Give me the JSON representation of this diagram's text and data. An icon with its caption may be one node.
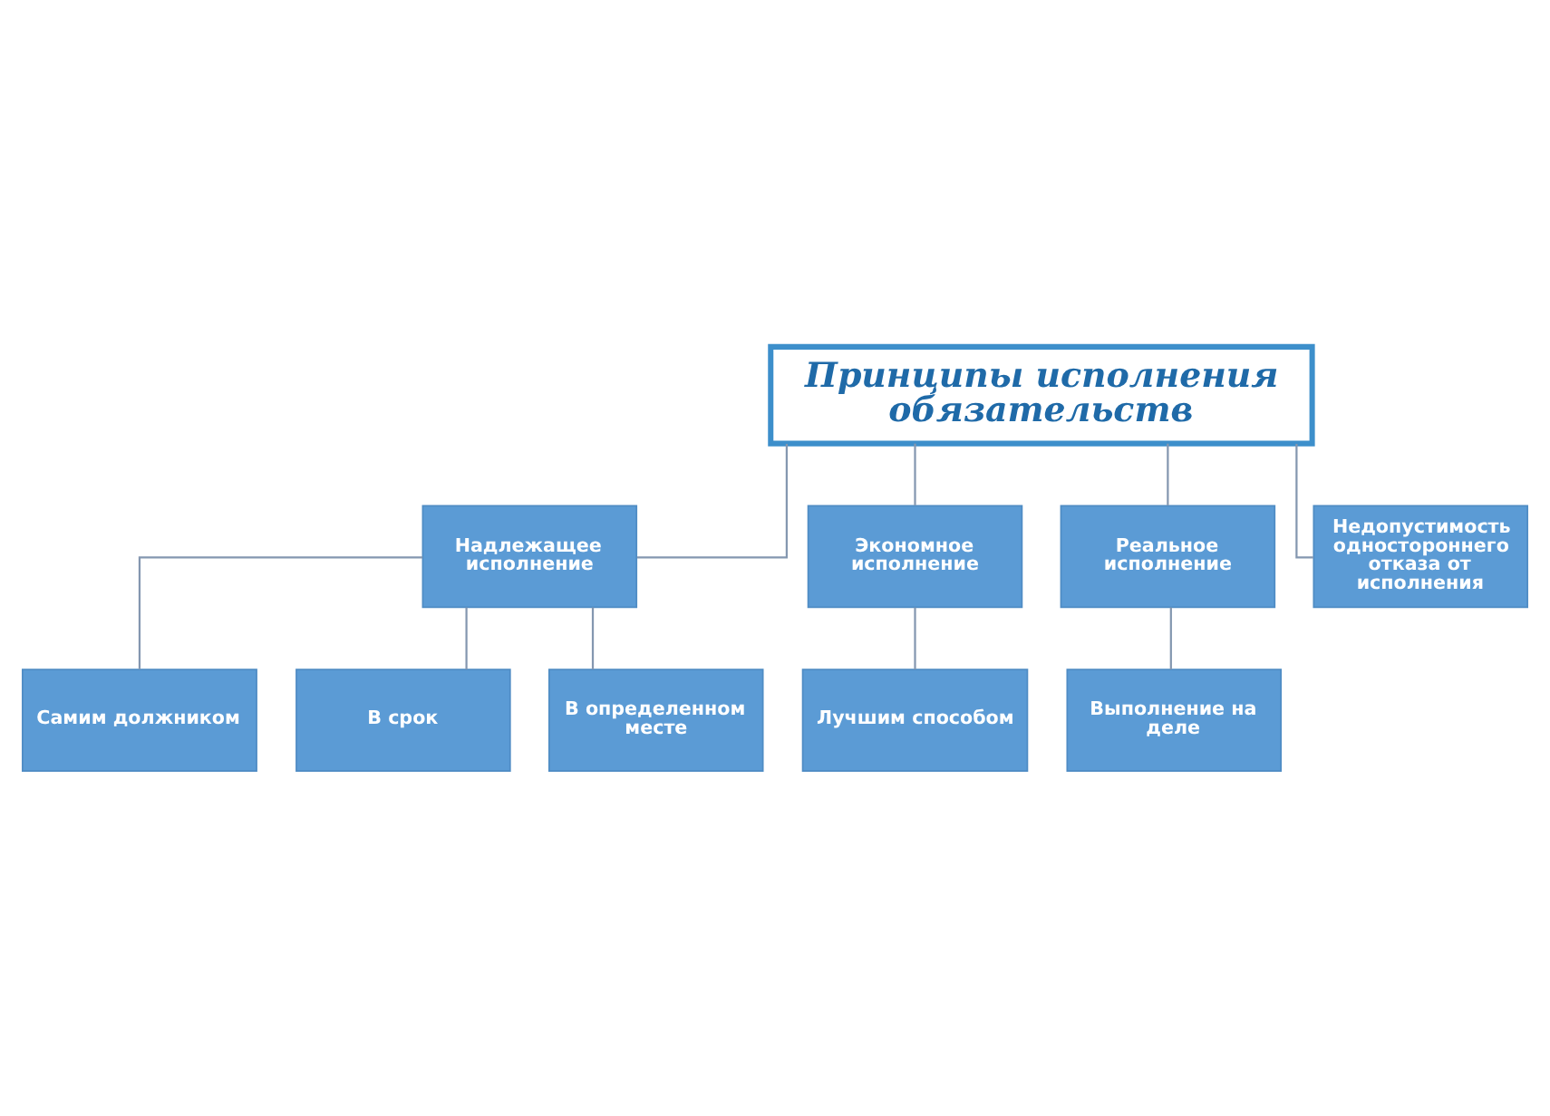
{
  "diagram": {
    "nodes": [
      {
        "text": [
          "Принципы исполнения обязательств"
        ]
      },
      {
        "text": [
          "Надлежащее исполнение"
        ]
      },
      {
        "text": [
          "Экономное исполнение"
        ]
      },
      {
        "text": [
          "Реальное исполнение"
        ]
      },
      {
        "text": [
          "Недопустимость одностороннего отказа от исполнения"
        ]
      },
      {
        "text": [
          "Самим должником"
        ]
      },
      {
        "text": [
          "В срок"
        ]
      },
      {
        "text": [
          "В определенном месте"
        ]
      },
      {
        "text": [
          "Лучшим способом"
        ]
      },
      {
        "text": [
          "Выполнение на деле"
        ]
      }
    ],
    "edges": [
      {
        "from": 0,
        "to": 1,
        "arrow": "none"
      },
      {
        "from": 0,
        "to": 2,
        "arrow": "none"
      },
      {
        "from": 0,
        "to": 3,
        "arrow": "none"
      },
      {
        "from": 0,
        "to": 4,
        "arrow": "none"
      },
      {
        "from": 1,
        "to": 5,
        "arrow": "none"
      },
      {
        "from": 1,
        "to": 6,
        "arrow": "none"
      },
      {
        "from": 1,
        "to": 7,
        "arrow": "none"
      },
      {
        "from": 2,
        "to": 8,
        "arrow": "none"
      },
      {
        "from": 3,
        "to": 9,
        "arrow": "none"
      }
    ]
  }
}
